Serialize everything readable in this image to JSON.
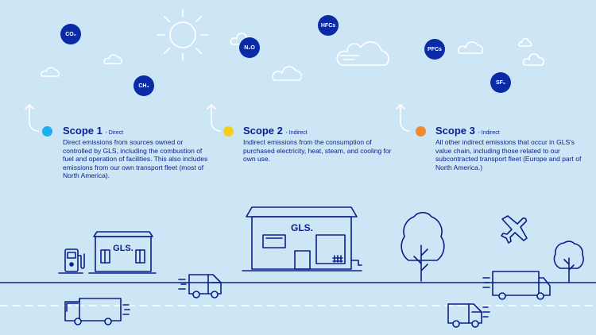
{
  "gases": [
    {
      "id": "co2",
      "label": "CO₂"
    },
    {
      "id": "ch4",
      "label": "CH₄"
    },
    {
      "id": "n2o",
      "label": "N₂O"
    },
    {
      "id": "hfcs",
      "label": "HFCs"
    },
    {
      "id": "pfcs",
      "label": "PFCs"
    },
    {
      "id": "sf6",
      "label": "SF₆"
    }
  ],
  "scopes": [
    {
      "title": "Scope 1",
      "suffix": "- Direct",
      "color": "#19b2ef",
      "description": "Direct emissions from sources owned or controlled by GLS, including the combustion of fuel and operation of facilities. This also includes emissions from our own transport fleet (most of North America)."
    },
    {
      "title": "Scope 2",
      "suffix": "- Indirect",
      "color": "#f5cf1c",
      "description": "Indirect emissions from the consumption of purchased electricity, heat, steam, and cooling for own use."
    },
    {
      "title": "Scope 3",
      "suffix": "- Indirect",
      "color": "#ef8b2d",
      "description": "All other indirect emissions that occur in GLS's value chain, including those related to our subcontracted transport fleet (Europe and part of North America.)"
    }
  ],
  "buildings": [
    {
      "id": "small",
      "sign": "GLS."
    },
    {
      "id": "large",
      "sign": "GLS."
    }
  ],
  "icons": [
    "sun-icon",
    "cloud-icon",
    "arrow-up-icon",
    "fuel-pump-icon",
    "building-icon",
    "truck-icon",
    "van-icon",
    "airplane-icon",
    "tree-icon",
    "road-icon"
  ],
  "colors": {
    "background": "#cde6f5",
    "ink": "#0b1e8c",
    "gas_bubble": "#0a2aa6",
    "road_dash": "#ffffff"
  }
}
